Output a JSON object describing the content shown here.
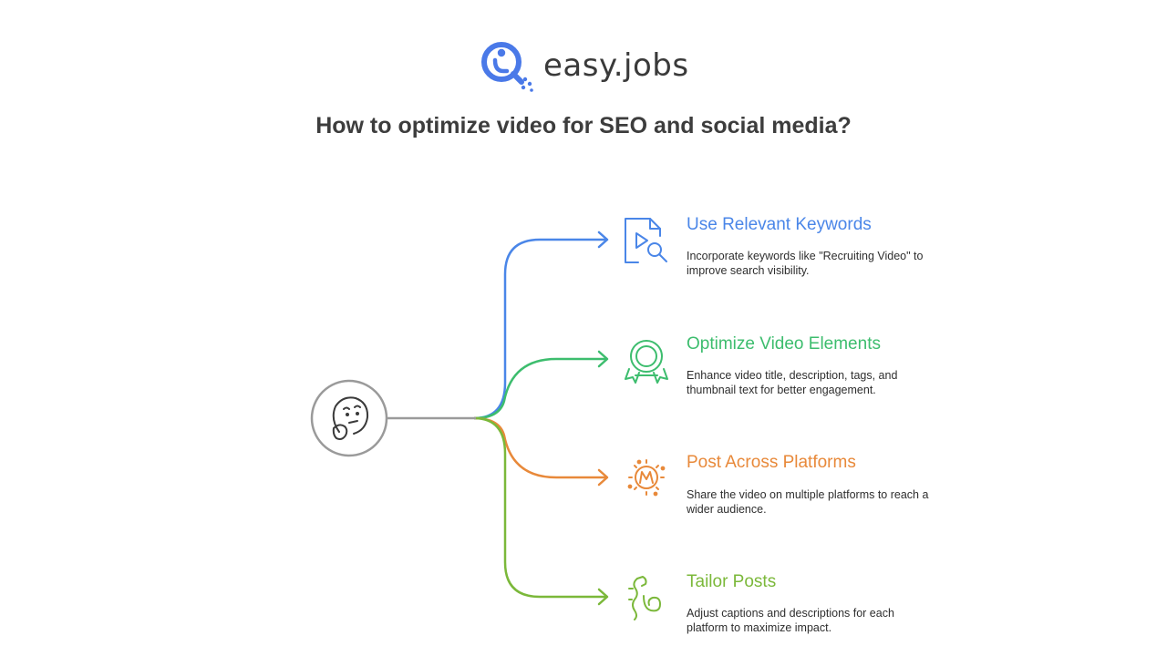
{
  "brand": {
    "name": "easy.jobs",
    "logo_icon": "magnifier-person-logo-icon",
    "color": "#4a79e8"
  },
  "title": "How to optimize video for SEO and social media?",
  "center_node": {
    "icon": "thinking-face-icon",
    "border_color": "#9a9a9a"
  },
  "items": [
    {
      "title": "Use Relevant Keywords",
      "description": "Incorporate keywords like \"Recruiting Video\" to improve search visibility.",
      "icon": "video-file-search-icon",
      "color": "#4a86e8"
    },
    {
      "title": "Optimize Video Elements",
      "description": "Enhance video title, description, tags, and thumbnail text for better engagement.",
      "icon": "award-badge-icon",
      "color": "#3dbd6e"
    },
    {
      "title": "Post Across Platforms",
      "description": "Share the video on multiple platforms to reach a wider audience.",
      "icon": "share-burst-icon",
      "color": "#e8893a"
    },
    {
      "title": "Tailor Posts",
      "description": "Adjust captions and descriptions for each platform to maximize impact.",
      "icon": "tailored-hook-icon",
      "color": "#7bb83a"
    }
  ]
}
